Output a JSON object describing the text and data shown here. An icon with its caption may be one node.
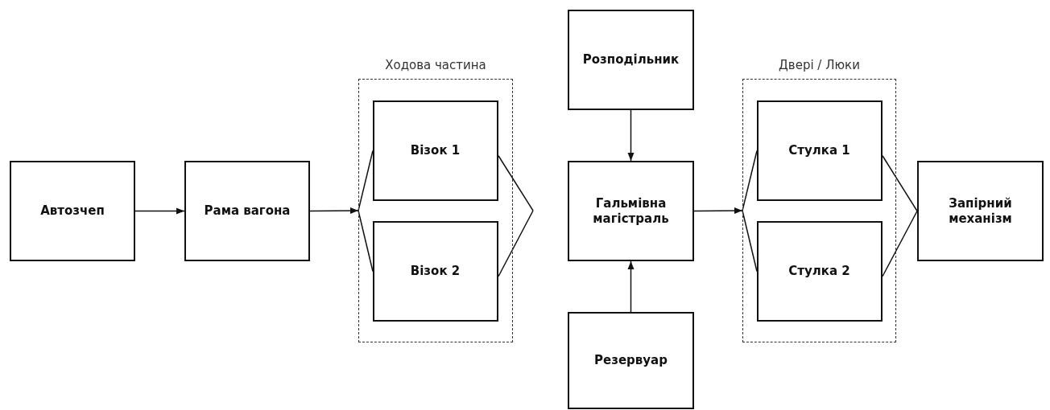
{
  "diagram": {
    "nodes": [
      {
        "text": [
          "Автозчеп"
        ]
      },
      {
        "text": [
          "Рама вагона"
        ]
      },
      {
        "text": [
          "Ходова частина"
        ]
      },
      {
        "text": [
          "Візок 1"
        ],
        "in": 2
      },
      {
        "text": [
          "Візок 2"
        ],
        "in": 2
      },
      {
        "text": [
          "Розподільник"
        ]
      },
      {
        "text": [
          "Гальмівна магістраль"
        ]
      },
      {
        "text": [
          "Резервуар"
        ]
      },
      {
        "text": [
          "Двері / Люки"
        ]
      },
      {
        "text": [
          "Стулка 1"
        ],
        "in": 8
      },
      {
        "text": [
          "Стулка 2"
        ],
        "in": 8
      },
      {
        "text": [
          "Запірний механізм"
        ]
      }
    ],
    "edges": [
      {
        "from": 0,
        "to": 1,
        "arrow": "to"
      },
      {
        "from": 1,
        "to": 2,
        "arrow": "to"
      },
      {
        "from": 2,
        "to": 3,
        "arrow": "none"
      },
      {
        "from": 2,
        "to": 4,
        "arrow": "none"
      },
      {
        "from": 3,
        "to": null,
        "arrow": "none"
      },
      {
        "from": 4,
        "to": null,
        "arrow": "none"
      },
      {
        "from": 5,
        "to": 6,
        "arrow": "to"
      },
      {
        "from": 7,
        "to": 6,
        "arrow": "to"
      },
      {
        "from": 6,
        "to": 8,
        "arrow": "to"
      },
      {
        "from": 8,
        "to": 9,
        "arrow": "none"
      },
      {
        "from": 8,
        "to": 10,
        "arrow": "none"
      },
      {
        "from": 9,
        "to": 11,
        "arrow": "none"
      },
      {
        "from": 10,
        "to": 11,
        "arrow": "none"
      }
    ]
  }
}
